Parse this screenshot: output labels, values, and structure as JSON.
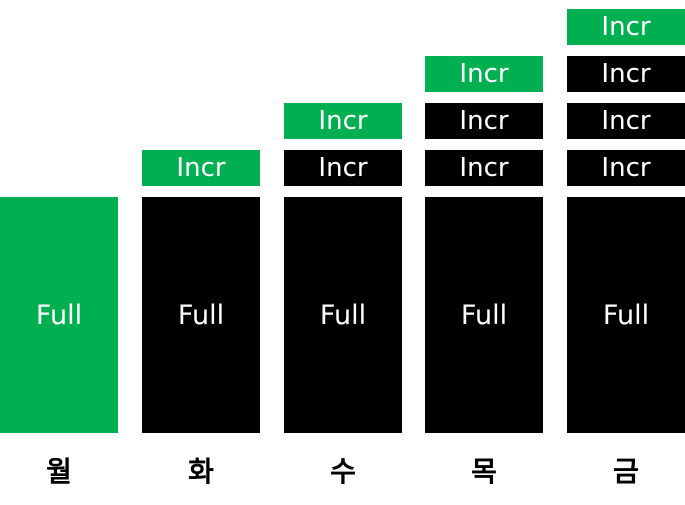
{
  "colors": {
    "current": "#00b050",
    "previous": "#000000",
    "text_on_block": "#ffffff"
  },
  "days": [
    {
      "label": "월",
      "full": {
        "label": "Full",
        "highlighted": true
      },
      "increments": []
    },
    {
      "label": "화",
      "full": {
        "label": "Full",
        "highlighted": false
      },
      "increments": [
        {
          "label": "Incr",
          "highlighted": true
        }
      ]
    },
    {
      "label": "수",
      "full": {
        "label": "Full",
        "highlighted": false
      },
      "increments": [
        {
          "label": "Incr",
          "highlighted": false
        },
        {
          "label": "Incr",
          "highlighted": true
        }
      ]
    },
    {
      "label": "목",
      "full": {
        "label": "Full",
        "highlighted": false
      },
      "increments": [
        {
          "label": "Incr",
          "highlighted": false
        },
        {
          "label": "Incr",
          "highlighted": false
        },
        {
          "label": "Incr",
          "highlighted": true
        }
      ]
    },
    {
      "label": "금",
      "full": {
        "label": "Full",
        "highlighted": false
      },
      "increments": [
        {
          "label": "Incr",
          "highlighted": false
        },
        {
          "label": "Incr",
          "highlighted": false
        },
        {
          "label": "Incr",
          "highlighted": false
        },
        {
          "label": "Incr",
          "highlighted": true
        }
      ]
    }
  ]
}
